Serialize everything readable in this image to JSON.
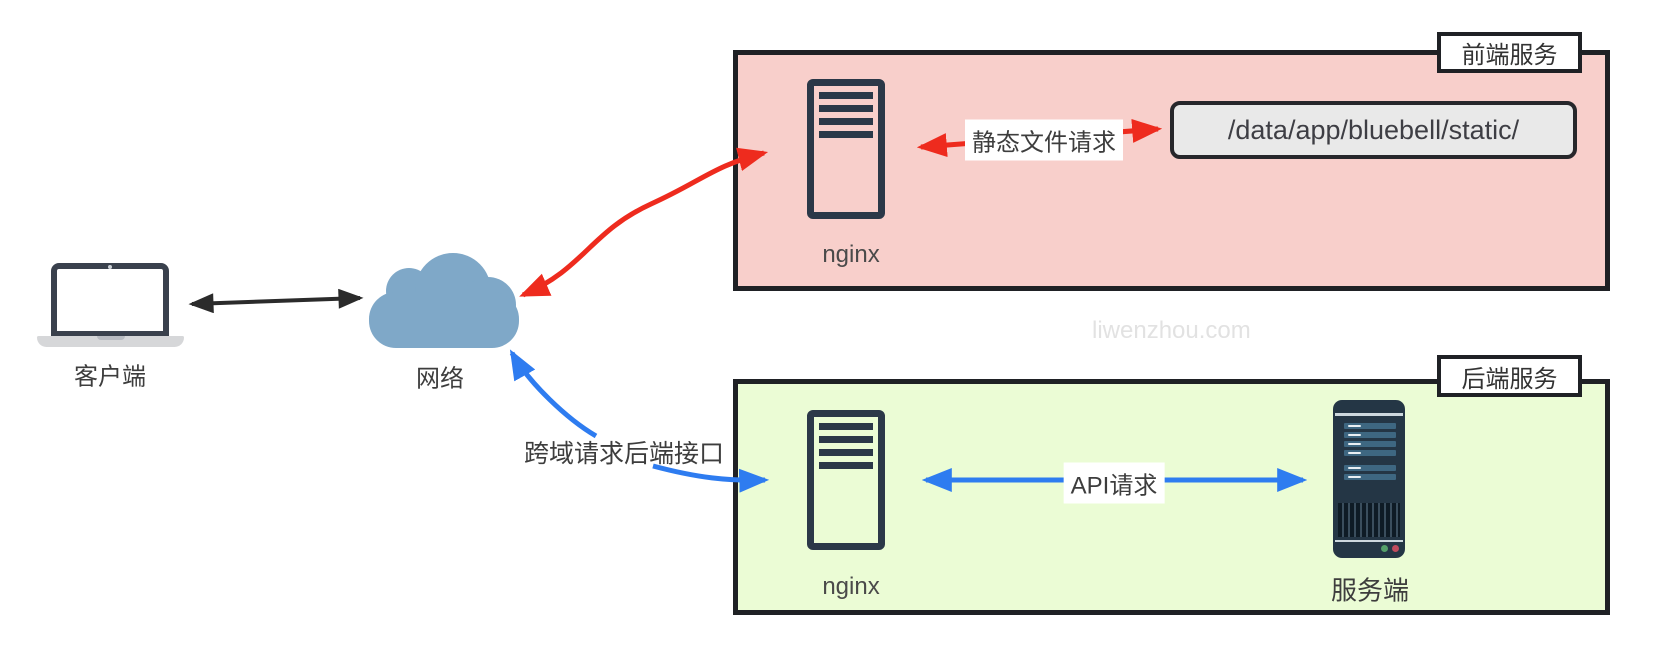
{
  "client": {
    "label": "客户端"
  },
  "network": {
    "label": "网络"
  },
  "watermark": "liwenzhou.com",
  "frontend": {
    "title": "前端服务",
    "nginx_label": "nginx",
    "arrow_label": "静态文件请求",
    "static_path": "/data/app/bluebell/static/"
  },
  "backend": {
    "title": "后端服务",
    "nginx_label": "nginx",
    "arrow_label": "API请求",
    "server_label": "服务端"
  },
  "cross_domain_label": "跨域请求后端接口",
  "colors": {
    "frontend_fill": "#f8cfcb",
    "backend_fill": "#ebfcd5",
    "red_arrow": "#ee2b1e",
    "blue_arrow": "#2e7cf0",
    "black_arrow": "#2b2b2b",
    "cloud": "#7fa8c8",
    "icon_navy": "#2b3848",
    "box_border": "#1f2125"
  }
}
